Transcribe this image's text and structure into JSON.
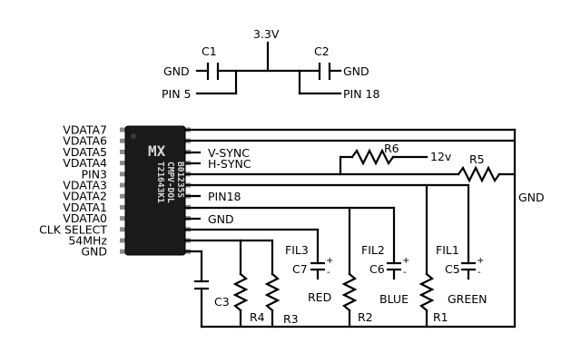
{
  "supply": {
    "rail": "3.3V",
    "c1": "C1",
    "c2": "C2",
    "gnd_left": "GND",
    "gnd_right": "GND",
    "pin5": "PIN 5",
    "pin18": "PIN 18"
  },
  "chip": {
    "line1": "MX",
    "line2": "B01235S",
    "line3": "CMPV-DOL",
    "line4": "T21643K1",
    "pins": [
      "VDATA7",
      "VDATA6",
      "VDATA5",
      "VDATA4",
      "PIN3",
      "VDATA3",
      "VDATA2",
      "VDATA1",
      "VDATA0",
      "CLK SELECT",
      "54MHz",
      "GND"
    ]
  },
  "nets": {
    "vsync": "V-SYNC",
    "hsync": "H-SYNC",
    "pin18": "PIN18",
    "gnd_internal": "GND",
    "gnd_right": "GND",
    "supply12": "12v"
  },
  "parts": {
    "r6": "R6",
    "r5": "R5",
    "r4": "R4",
    "r3": "R3",
    "r2": "R2",
    "r1": "R1",
    "c3": "C3",
    "c5": "C5",
    "c6": "C6",
    "c7": "C7",
    "fil1": "FIL1",
    "fil2": "FIL2",
    "fil3": "FIL3",
    "plus": "+",
    "minus": "-"
  },
  "outputs": {
    "red": "RED",
    "blue": "BLUE",
    "green": "GREEN"
  }
}
